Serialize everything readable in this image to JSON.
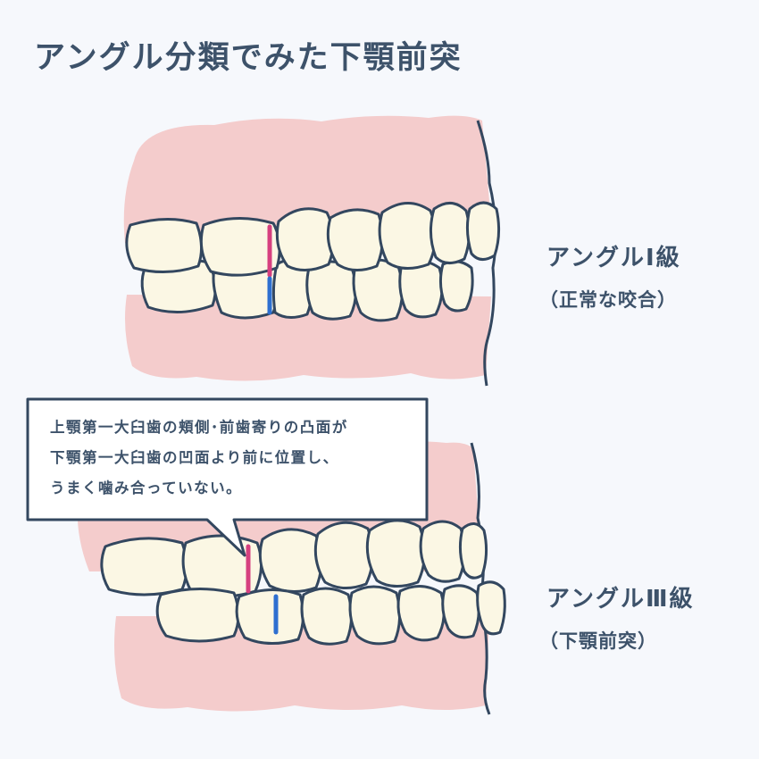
{
  "title": "アングル分類でみた下顎前突",
  "class1": {
    "label": "アングルⅠ級",
    "sublabel": "（正常な咬合）"
  },
  "class3": {
    "label": "アングルⅢ級",
    "sublabel": "（下顎前突）"
  },
  "callout": {
    "lines": [
      "上顎第一大臼歯の頬側･前歯寄りの凸面が",
      "下顎第一大臼歯の凹面より前に位置し、",
      "うまく噛み合っていない。"
    ]
  },
  "colors": {
    "background": "#f6f8fc",
    "gum": "#f4cccc",
    "tooth": "#fbf7e4",
    "outline": "#33475f",
    "upper_marker": "#d6407f",
    "lower_marker": "#2e6fd0",
    "text": "#3d526a"
  }
}
